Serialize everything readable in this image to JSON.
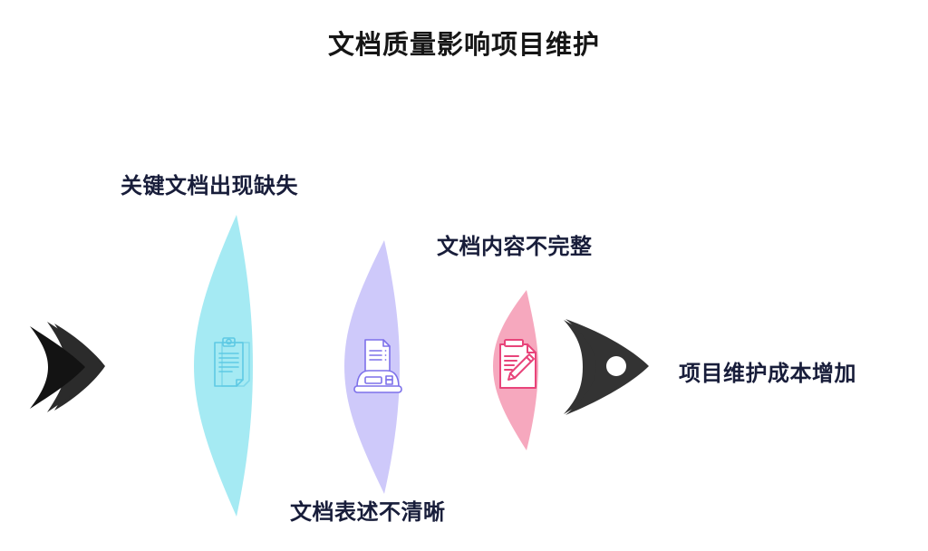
{
  "diagram": {
    "title": "文档质量影响项目维护",
    "type": "funnel-flow",
    "background_color": "#ffffff",
    "title_color": "#161616",
    "label_color": "#181d3a",
    "start_marker": {
      "name": "start-arrow",
      "icon": "double-arrowhead-icon",
      "color": "#2b2b2b",
      "shadow_color": "#131313"
    },
    "end_marker": {
      "name": "end-arrow",
      "icon": "dart-arrowhead-icon",
      "color": "#333333",
      "hole_color": "#ffffff"
    },
    "stages": [
      {
        "id": "stage-1",
        "label": "关键文档出现缺失",
        "lens_color": "#a5eaf3",
        "icon": "clipboard-document-icon",
        "icon_color": "#5ec9e4",
        "label_position": "above"
      },
      {
        "id": "stage-2",
        "label": "文档表述不清晰",
        "lens_color": "#cec9fa",
        "icon": "printer-document-icon",
        "icon_color": "#7d71ea",
        "label_position": "below"
      },
      {
        "id": "stage-3",
        "label": "文档内容不完整",
        "lens_color": "#f6a8be",
        "icon": "document-pencil-edit-icon",
        "icon_color": "#e8447a",
        "label_position": "above"
      }
    ],
    "outcome": {
      "id": "outcome",
      "label": "项目维护成本增加"
    }
  }
}
